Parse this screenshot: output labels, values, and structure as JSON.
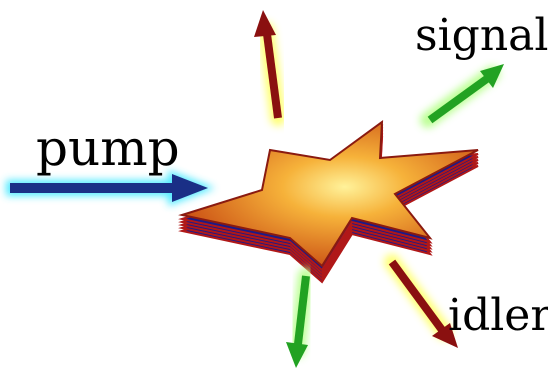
{
  "labels": {
    "pump": "pump",
    "signal": "signal",
    "idler": "idler"
  },
  "colors": {
    "pump_arrow": "#1a2f86",
    "pump_glow": "#3fe8ff",
    "signal_arrow": "#22a222",
    "signal_glow": "#b6ff8a",
    "idler_arrow": "#8a1010",
    "idler_glow": "#ffff66",
    "crystal_core": "#ffe066",
    "crystal_edge": "#c84a12",
    "layer_red": "#b01818",
    "layer_blue": "#1a1a8a"
  }
}
